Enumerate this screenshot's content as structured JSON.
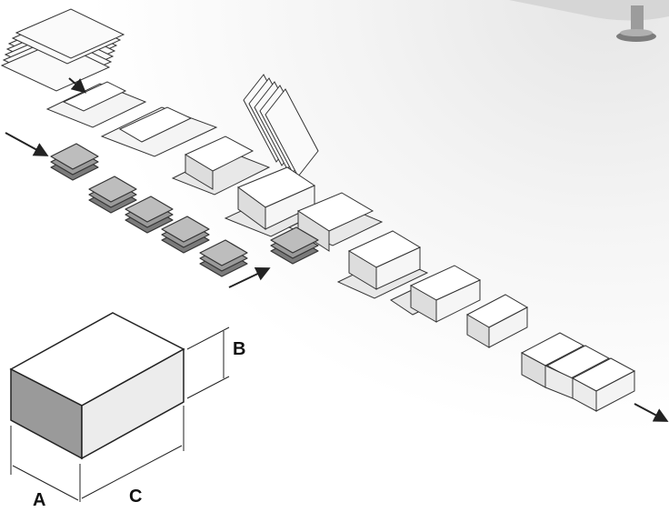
{
  "diagram": {
    "dimension_labels": {
      "a": "A",
      "b": "B",
      "c": "C"
    },
    "colors": {
      "box_top": "#ffffff",
      "box_front": "#ececec",
      "box_side": "#9a9a9a",
      "insert_light": "#bdbdbd",
      "insert_dark": "#7a7a7a",
      "blank": "#f2f2f2",
      "line": "#333333"
    }
  }
}
